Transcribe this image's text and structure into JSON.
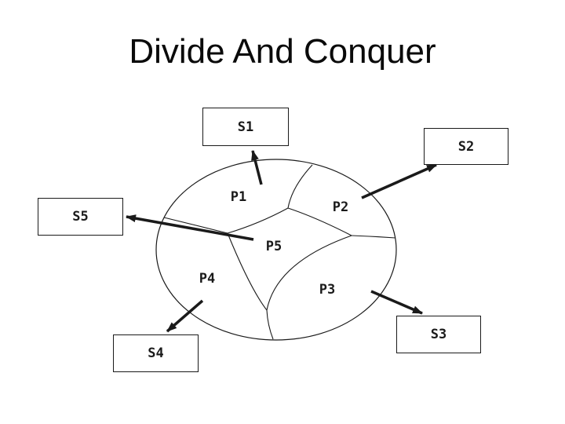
{
  "slide": {
    "title": "Divide And Conquer",
    "background_color": "#ffffff",
    "ink_color": "#1a1a1a"
  },
  "diagram": {
    "boxes": [
      {
        "label": "S1"
      },
      {
        "label": "S2"
      },
      {
        "label": "S3"
      },
      {
        "label": "S4"
      },
      {
        "label": "S5"
      }
    ],
    "regions": [
      {
        "label": "P1"
      },
      {
        "label": "P2"
      },
      {
        "label": "P3"
      },
      {
        "label": "P4"
      },
      {
        "label": "P5"
      }
    ],
    "arrows": [
      {
        "from": "P1",
        "to": "S1"
      },
      {
        "from": "P2",
        "to": "S2"
      },
      {
        "from": "P3",
        "to": "S3"
      },
      {
        "from": "P4",
        "to": "S4"
      },
      {
        "from": "P5",
        "to": "S5"
      }
    ]
  }
}
